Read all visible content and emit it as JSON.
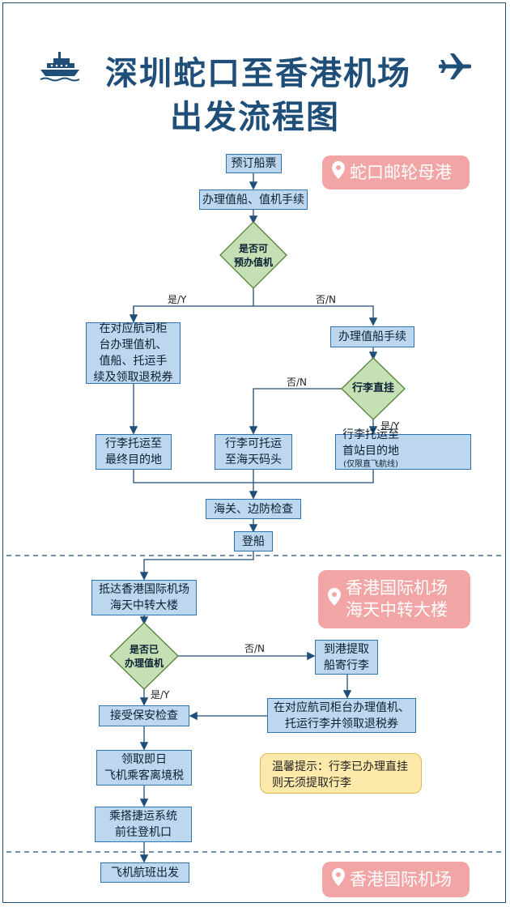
{
  "title": {
    "line1": "深圳蛇口至香港机场",
    "line2": "出发流程图"
  },
  "locations": {
    "shekou": "蛇口邮轮母港",
    "hk_line1": "香港国际机场",
    "hk_line2": "海天中转大楼",
    "hk_airport": "香港国际机场"
  },
  "steps": {
    "book": "预订船票",
    "checkin": "办理值船、值机手续",
    "decision1_l1": "是否可",
    "decision1_l2": "预办值机",
    "yes": "是/Y",
    "no": "否/N",
    "counter_l1": "在对应航司柜",
    "counter_l2": "台办理值机、",
    "counter_l3": "值船、托运手",
    "counter_l4": "续及领取退税券",
    "boat_checkin": "办理值船手续",
    "decision2": "行李直挂",
    "lug_final_l1": "行李托运至",
    "lug_final_l2": "最终目的地",
    "lug_skypier_l1": "行李可托运",
    "lug_skypier_l2": "至海天码头",
    "lug_first_l1": "行李托运至",
    "lug_first_l2": "首站目的地",
    "lug_first_note": "(仅限直飞航线)",
    "customs": "海关、边防检查",
    "board": "登船",
    "arrive_l1": "抵达香港国际机场",
    "arrive_l2": "海天中转大楼",
    "decision3_l1": "是否已",
    "decision3_l2": "办理值机",
    "pickup_l1": "到港提取",
    "pickup_l2": "船寄行李",
    "counter2_l1": "在对应航司柜台办理值机、",
    "counter2_l2": "托运行李并领取退税券",
    "security": "接受保安检查",
    "levy_l1": "领取即日",
    "levy_l2": "飞机乘客离境税",
    "train_l1": "乘搭捷运系统",
    "train_l2": "前往登机口",
    "depart": "飞机航班出发"
  },
  "note": {
    "line1": "温馨提示：行李已办理直挂",
    "line2": "则无须提取行李"
  },
  "icons": {
    "ship": "ship-icon",
    "plane": "airplane-icon",
    "pin": "location-pin-icon"
  },
  "colors": {
    "title": "#1f4e79",
    "box": "#bdd7ee",
    "diamond": "#c5e0b4",
    "location": "#f2a5a5",
    "note": "#fde9a9",
    "line": "#1f4e79"
  }
}
